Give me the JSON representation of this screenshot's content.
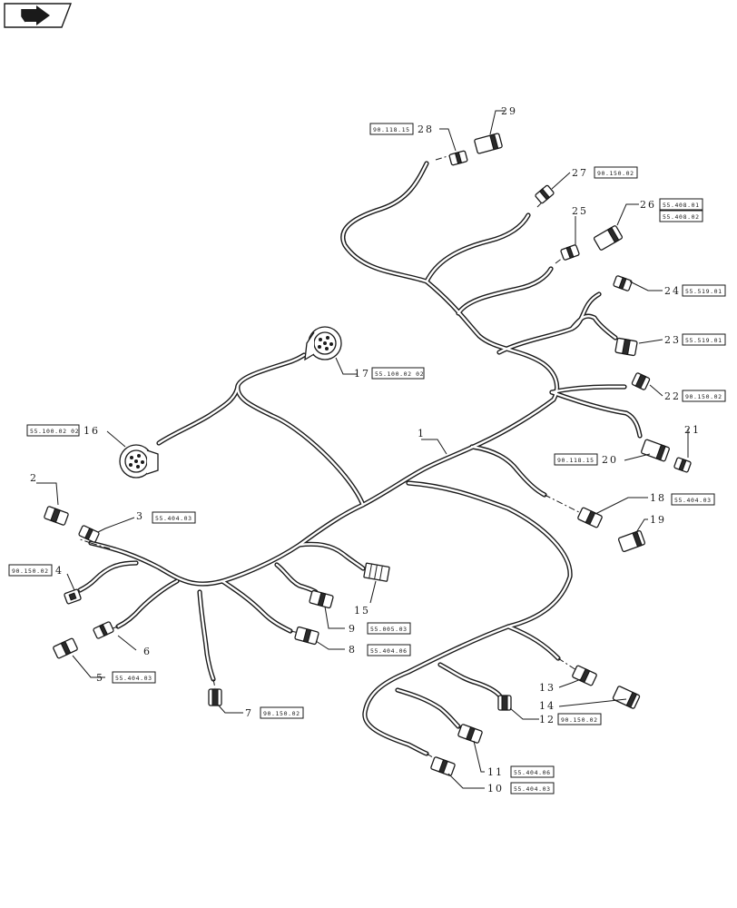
{
  "nav_icon": "book-arrow-icon",
  "callouts": [
    {
      "id": "1",
      "label": "1"
    },
    {
      "id": "2",
      "label": "2"
    },
    {
      "id": "3",
      "label": "3",
      "ref": "55.404.03"
    },
    {
      "id": "4",
      "label": "4",
      "ref": "90.150.02"
    },
    {
      "id": "5",
      "label": "5",
      "ref": "55.404.03"
    },
    {
      "id": "6",
      "label": "6"
    },
    {
      "id": "7",
      "label": "7",
      "ref": "90.150.02"
    },
    {
      "id": "8",
      "label": "8",
      "ref": "55.404.06"
    },
    {
      "id": "9",
      "label": "9",
      "ref": "55.005.03"
    },
    {
      "id": "10",
      "label": "10",
      "ref": "55.404.03"
    },
    {
      "id": "11",
      "label": "11",
      "ref": "55.404.06"
    },
    {
      "id": "12",
      "label": "12",
      "ref": "90.150.02"
    },
    {
      "id": "13",
      "label": "13"
    },
    {
      "id": "14",
      "label": "14"
    },
    {
      "id": "15",
      "label": "15"
    },
    {
      "id": "16",
      "label": "16",
      "ref": "55.100.02 02"
    },
    {
      "id": "17",
      "label": "17",
      "ref": "55.100.02 02"
    },
    {
      "id": "18",
      "label": "18",
      "ref": "55.404.03"
    },
    {
      "id": "19",
      "label": "19"
    },
    {
      "id": "20",
      "label": "20",
      "ref": "90.118.15"
    },
    {
      "id": "21",
      "label": "21"
    },
    {
      "id": "22",
      "label": "22",
      "ref": "90.150.02"
    },
    {
      "id": "23",
      "label": "23",
      "ref": "55.519.01"
    },
    {
      "id": "24",
      "label": "24",
      "ref": "55.519.01"
    },
    {
      "id": "25",
      "label": "25"
    },
    {
      "id": "26",
      "label": "26",
      "ref": "55.408.01",
      "ref2": "55.408.02"
    },
    {
      "id": "27",
      "label": "27",
      "ref": "90.150.02"
    },
    {
      "id": "28",
      "label": "28",
      "ref": "90.118.15"
    },
    {
      "id": "29",
      "label": "29"
    }
  ]
}
